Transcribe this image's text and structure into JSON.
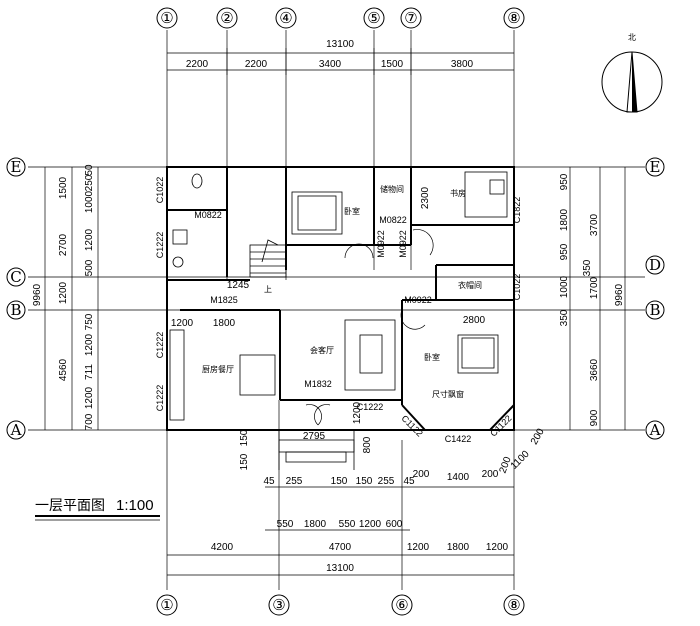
{
  "title": "一层平面图",
  "scale": "1:100",
  "north": "北",
  "axes": {
    "top": [
      "①",
      "②",
      "④",
      "⑤",
      "⑦",
      "⑧"
    ],
    "bottom": [
      "①",
      "③",
      "⑥",
      "⑧"
    ],
    "left": [
      "E",
      "C",
      "B",
      "A"
    ],
    "right": [
      "E",
      "D",
      "B",
      "A"
    ]
  },
  "dims": {
    "top_total": "13100",
    "top_segments": [
      "2200",
      "2200",
      "3400",
      "1500",
      "3800"
    ],
    "bottom_total": "13100",
    "bottom_segments": [
      "4200",
      "4700",
      "1200",
      "1800",
      "1200"
    ],
    "bottom_row2": [
      "550",
      "1800",
      "550",
      "1200",
      "600"
    ],
    "bottom_row3": [
      "45",
      "255",
      "150",
      "150",
      "255",
      "45",
      "200",
      "1400",
      "200"
    ],
    "porch": [
      "2795",
      "800",
      "1200",
      "150",
      "150"
    ],
    "left_total": "9960",
    "left_outer": [
      "1500",
      "2700",
      "1200",
      "4560"
    ],
    "left_inner": [
      "50",
      "250",
      "1000",
      "1200",
      "500",
      "750",
      "1200",
      "711",
      "1200",
      "700"
    ],
    "right_total": "9960",
    "right_outer": [
      "3700",
      "1700",
      "3660"
    ],
    "right_inner": [
      "950",
      "1800",
      "950",
      "350",
      "1000",
      "350",
      "900"
    ],
    "inner": [
      "1245",
      "1200",
      "1800",
      "2300",
      "2800",
      "1100",
      "200",
      "200"
    ]
  },
  "rooms": {
    "bedroom1": "卧室",
    "storage": "储物间",
    "study": "书房",
    "closet": "衣帽间",
    "living": "会客厅",
    "kitchen": "厨房餐厅",
    "bedroom2": "卧室",
    "bay": "尺寸飘窗",
    "stair": "上"
  },
  "codes": {
    "c1022a": "C1022",
    "m0822a": "M0822",
    "c1222a": "C1222",
    "m0822b": "M0822",
    "m0922a": "M0922",
    "m0922b": "M0922",
    "c1822": "C1822",
    "m1825": "M1825",
    "m0922c": "M0922",
    "c1022b": "C1022",
    "c1222b": "C1222",
    "c1222c": "C1222",
    "m1832": "M1832",
    "c1222d": "C1222",
    "c1122a": "C1122",
    "c1422": "C1422",
    "c1122b": "C1122"
  }
}
